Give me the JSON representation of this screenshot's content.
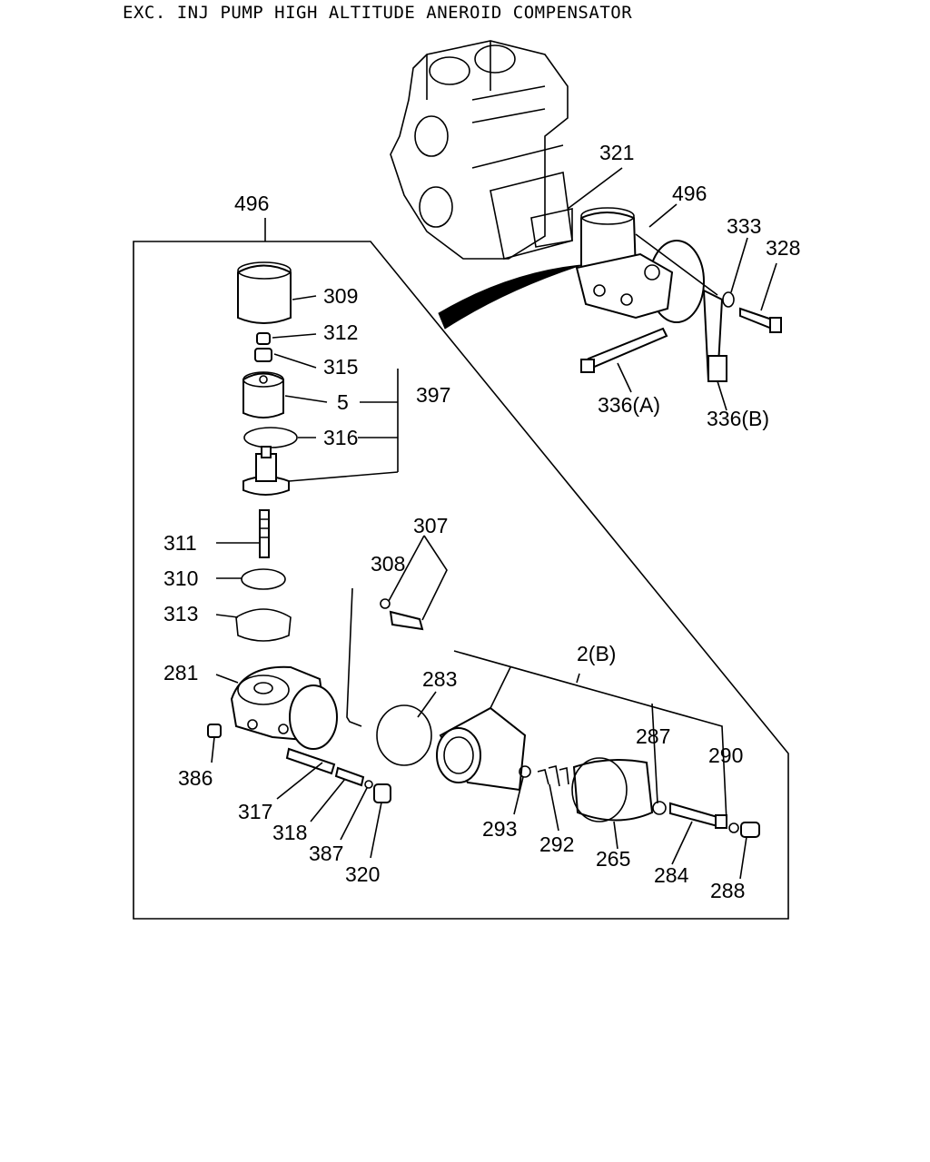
{
  "title": "EXC. INJ PUMP HIGH ALTITUDE ANEROID COMPENSATOR",
  "callouts": {
    "c496a": "496",
    "c496b": "496",
    "c321": "321",
    "c333": "333",
    "c328": "328",
    "c336a": "336(A)",
    "c336b": "336(B)",
    "c309": "309",
    "c312": "312",
    "c315": "315",
    "c5": "5",
    "c397": "397",
    "c316": "316",
    "c311": "311",
    "c310": "310",
    "c313": "313",
    "c307": "307",
    "c308": "308",
    "c281": "281",
    "c2b": "2(B)",
    "c283": "283",
    "c287": "287",
    "c290": "290",
    "c386": "386",
    "c317": "317",
    "c318": "318",
    "c387": "387",
    "c320": "320",
    "c293": "293",
    "c292": "292",
    "c265": "265",
    "c284": "284",
    "c288": "288"
  }
}
